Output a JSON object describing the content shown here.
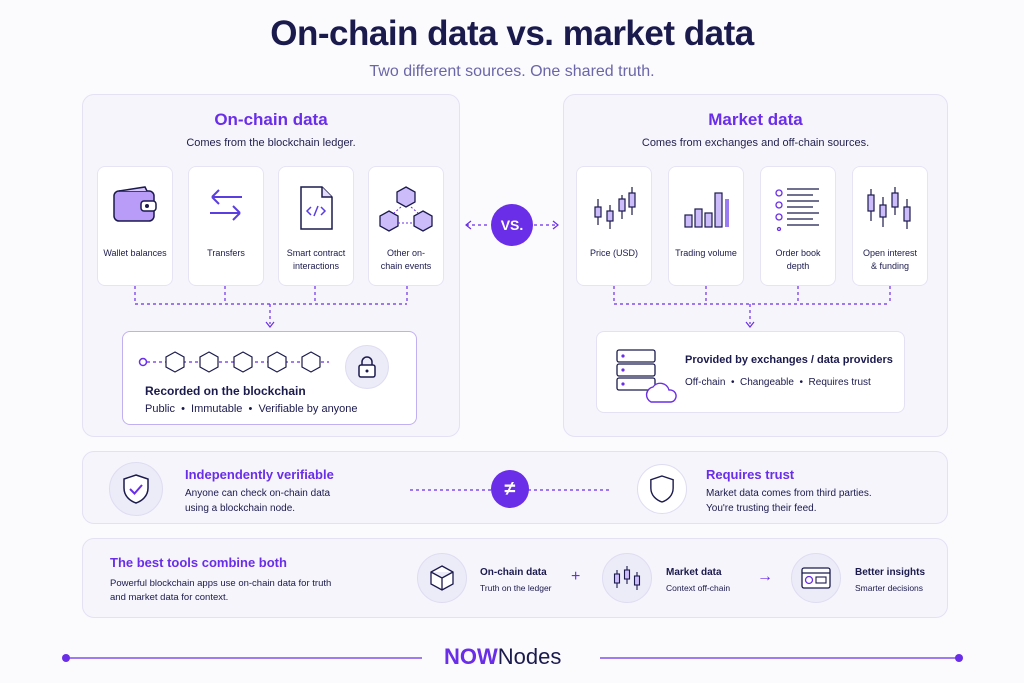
{
  "title": "On-chain data vs. market data",
  "subtitle": "Two different sources. One shared truth.",
  "onchain": {
    "title": "On-chain data",
    "subtitle": "Comes from the blockchain ledger.",
    "cards": [
      {
        "label": "Wallet balances",
        "icon": "wallet-icon"
      },
      {
        "label": "Transfers",
        "icon": "transfer-arrows-icon"
      },
      {
        "label": "Smart contract interactions",
        "icon": "code-file-icon"
      },
      {
        "label": "Other on-chain events",
        "icon": "cubes-icon"
      }
    ],
    "box": {
      "title": "Recorded on the blockchain",
      "props": "Public  •  Immutable  •  Verifiable by anyone"
    }
  },
  "vs_label": "VS.",
  "market": {
    "title": "Market data",
    "subtitle": "Comes from exchanges and off-chain sources.",
    "cards": [
      {
        "label": "Price (USD)",
        "icon": "candlestick-icon"
      },
      {
        "label": "Trading volume",
        "icon": "bar-chart-icon"
      },
      {
        "label": "Order book depth",
        "icon": "list-icon"
      },
      {
        "label": "Open interest & funding",
        "icon": "candles-icon"
      }
    ],
    "box": {
      "title": "Provided by exchanges / data providers",
      "props": "Off-chain  •  Changeable  •  Requires trust"
    }
  },
  "verify": {
    "left_title": "Independently verifiable",
    "left_text": [
      "Anyone can check on-chain data",
      "using a blockchain node."
    ],
    "neq": "≠",
    "right_title": "Requires trust",
    "right_text": [
      "Market data comes from third parties.",
      "You're trusting their feed."
    ]
  },
  "combine": {
    "title": "The best tools combine both",
    "text": [
      "Powerful blockchain apps use on-chain data for truth",
      "and market data for context."
    ],
    "items": [
      {
        "title": "On-chain data",
        "sub": "Truth on the ledger"
      },
      {
        "title": "Market data",
        "sub": "Context off-chain"
      },
      {
        "title": "Better insights",
        "sub": "Smarter decisions"
      }
    ],
    "plus": "+",
    "arrow": "→"
  },
  "footer": {
    "brand_bold": "NOW",
    "brand_rest": "Nodes"
  },
  "colors": {
    "accent": "#6a2ee8",
    "navy": "#1b1a4d",
    "muted": "#6a66a8"
  }
}
